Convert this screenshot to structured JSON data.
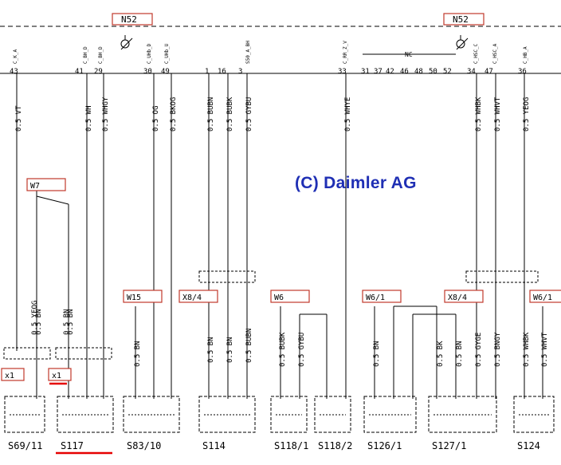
{
  "header_boxes": [
    "N52",
    "N52"
  ],
  "connector_labels": [
    "W7",
    "W15",
    "X8/4",
    "W6",
    "W6/1",
    "X8/4",
    "W6/1"
  ],
  "small_labels": [
    "x1",
    "x1"
  ],
  "pin_numbers_top": [
    "43",
    "41",
    "29",
    "30",
    "49",
    "1",
    "16",
    "3",
    "33",
    "31",
    "37",
    "42",
    "46",
    "48",
    "50",
    "52",
    "34",
    "47",
    "36"
  ],
  "signal_names": [
    "C_K_A",
    "C_BH_D",
    "C_BH_D",
    "C_UHb_D",
    "C_UHb_U",
    "S50_A_BH",
    "C_RR_Z_V",
    "C_HSC_C",
    "C_HSC_A",
    "C_HB_A"
  ],
  "nc_label": "NC",
  "wires_upper": [
    "0.5 VT",
    "0.5 WH",
    "0.5 WHGY",
    "0.5 OG",
    "0.5 BKOG",
    "0.5 BUBN",
    "0.5 BUBK",
    "0.5 GYBU",
    "0.5 WHYE",
    "0.5 WHBK",
    "0.5 WHVT",
    "0.5 YEOG"
  ],
  "wires_lower": [
    "0.5 BN",
    "0.5 BN",
    "0.5 BN",
    "0.5 BN",
    "0.5 BN",
    "0.5 BUBN",
    "0.5 BUBK",
    "0.5 GYBU",
    "0.5 BN",
    "0.5 BK",
    "0.5 BN",
    "0.5 GYGE",
    "0.5 BNGY",
    "0.5 WHBK",
    "0.5 WHVT",
    "0.5 YEOG",
    "0.5 BN"
  ],
  "components": [
    "S69/11",
    "S117",
    "S83/10",
    "S114",
    "S118/1",
    "S118/2",
    "S126/1",
    "S127/1",
    "S124"
  ],
  "watermark": "(C) Daimler AG",
  "colors": {
    "ink": "#000000",
    "box": "#c0392b",
    "highlight": "#e60000",
    "watermark": "#1f2fb4"
  }
}
